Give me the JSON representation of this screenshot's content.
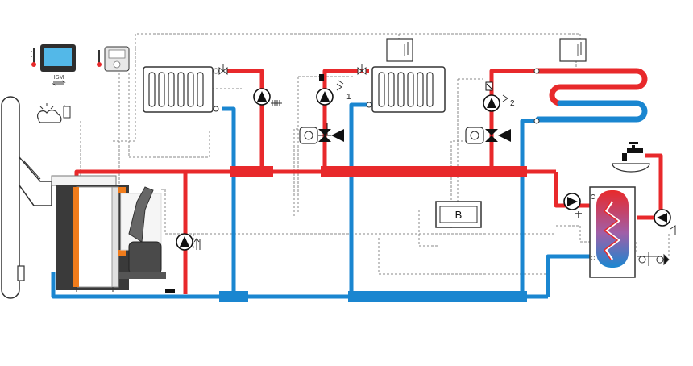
{
  "labels": {
    "ism": "ISM",
    "buffer": "B",
    "mixer_1": "1",
    "mixer_2": "2"
  },
  "colors": {
    "supply": "#e8292b",
    "return": "#1a86d0",
    "control": "#8a8a8a",
    "boiler_accent": "#f07c1c",
    "device_outline": "#333333"
  },
  "icons": [
    "thermometer-icon",
    "touch-panel-icon",
    "room-thermostat-icon",
    "weather-sensor-icon",
    "radiator-icon",
    "circulation-pump-icon",
    "three-way-mixing-valve-icon",
    "valve-actuator-icon",
    "underfloor-heating-icon",
    "hot-water-tank-icon",
    "tap-icon",
    "shower-icon",
    "pellet-boiler-icon",
    "chimney-icon"
  ]
}
